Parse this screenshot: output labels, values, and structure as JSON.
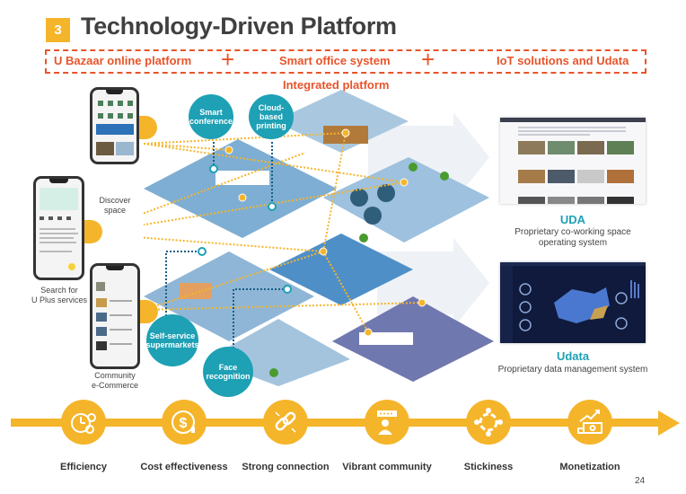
{
  "header": {
    "section_number": "3",
    "title": "Technology-Driven Platform"
  },
  "platform_components": [
    {
      "label": "U Bazaar online platform"
    },
    {
      "label": "Smart office system"
    },
    {
      "label": "IoT solutions and Udata"
    }
  ],
  "plus_symbol": "+",
  "integrated_label": "Integrated platform",
  "phones": [
    {
      "label_line1": "Discover",
      "label_line2": "space"
    },
    {
      "label_line1": "Search for",
      "label_line2": "U Plus services"
    },
    {
      "label_line1": "Community",
      "label_line2": "e-Commerce"
    }
  ],
  "feature_bubbles": [
    {
      "line1": "Smart",
      "line2": "conference",
      "line3": ""
    },
    {
      "line1": "Cloud-",
      "line2": "based",
      "line3": "printing"
    },
    {
      "line1": "Self-service",
      "line2": "supermarkets",
      "line3": ""
    },
    {
      "line1": "Face",
      "line2": "recognition",
      "line3": ""
    }
  ],
  "systems": [
    {
      "name": "UDA",
      "desc_line1": "Proprietary co-working space",
      "desc_line2": "operating system"
    },
    {
      "name": "Udata",
      "desc_line1": "Proprietary data management system",
      "desc_line2": ""
    }
  ],
  "benefits": [
    {
      "label": "Efficiency",
      "icon": "gears-clock-icon"
    },
    {
      "label": "Cost effectiveness",
      "icon": "dollar-cycle-icon"
    },
    {
      "label": "Strong connection",
      "icon": "chain-link-icon"
    },
    {
      "label": "Vibrant community",
      "icon": "person-speech-icon"
    },
    {
      "label": "Stickiness",
      "icon": "people-circle-icon"
    },
    {
      "label": "Monetization",
      "icon": "money-growth-icon"
    }
  ],
  "page_number": "24",
  "colors": {
    "accent_yellow": "#f5b52a",
    "accent_orange": "#e8542a",
    "teal": "#1ea0b5",
    "title_gray": "#404040"
  }
}
